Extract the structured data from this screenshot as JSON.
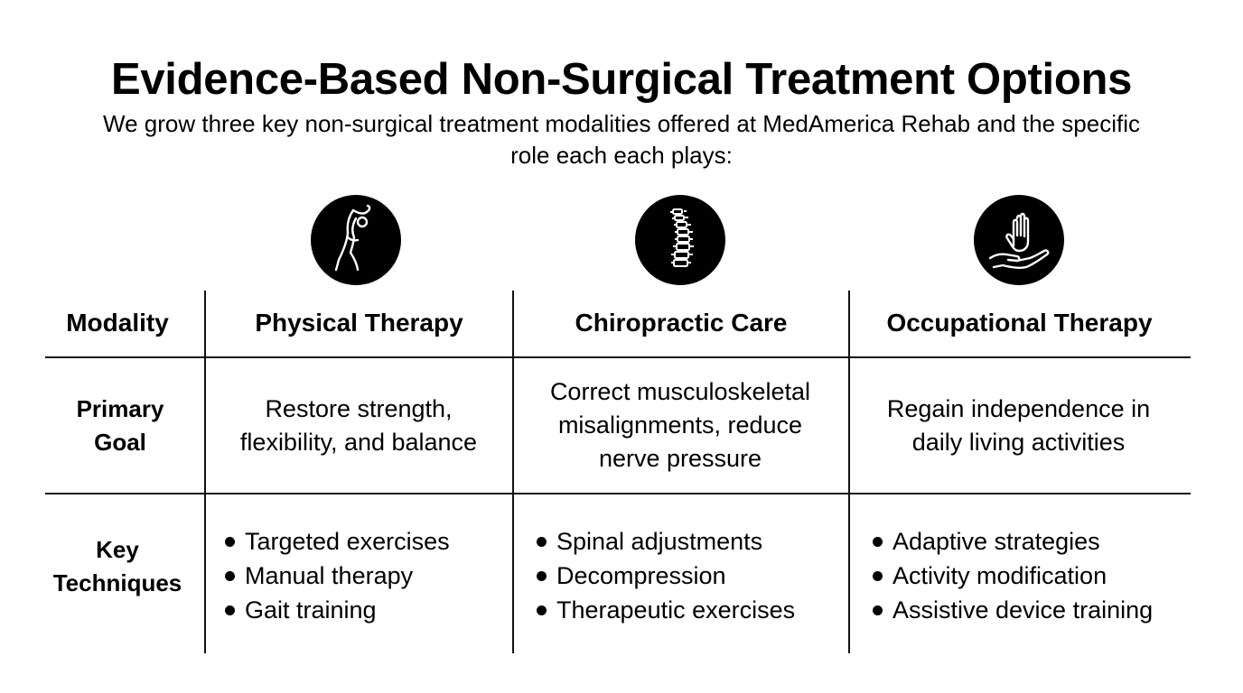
{
  "header": {
    "title": "Evidence-Based Non-Surgical Treatment Options",
    "subtitle": "We grow three key non-surgical treatment modalities offered at MedAmerica Rehab and the specific role each each plays:"
  },
  "icons": {
    "physical": "stretching-person-icon",
    "chiropractic": "spine-icon",
    "occupational": "hand-care-icon"
  },
  "table": {
    "row_headers": {
      "modality": "Modality",
      "goal_line1": "Primary",
      "goal_line2": "Goal",
      "tech_line1": "Key",
      "tech_line2": "Techniques"
    },
    "columns": [
      {
        "name": "Physical Therapy",
        "goal": "Restore strength, flexibility, and balance",
        "techniques": [
          "Targeted exercises",
          "Manual therapy",
          "Gait training"
        ]
      },
      {
        "name": "Chiropractic Care",
        "goal": "Correct musculoskeletal misalignments, reduce nerve pressure",
        "techniques": [
          "Spinal adjustments",
          "Decompression",
          "Therapeutic exercises"
        ]
      },
      {
        "name": "Occupational Therapy",
        "goal": "Regain independence in daily living activities",
        "techniques": [
          "Adaptive strategies",
          "Activity modification",
          "Assistive device training"
        ]
      }
    ]
  }
}
